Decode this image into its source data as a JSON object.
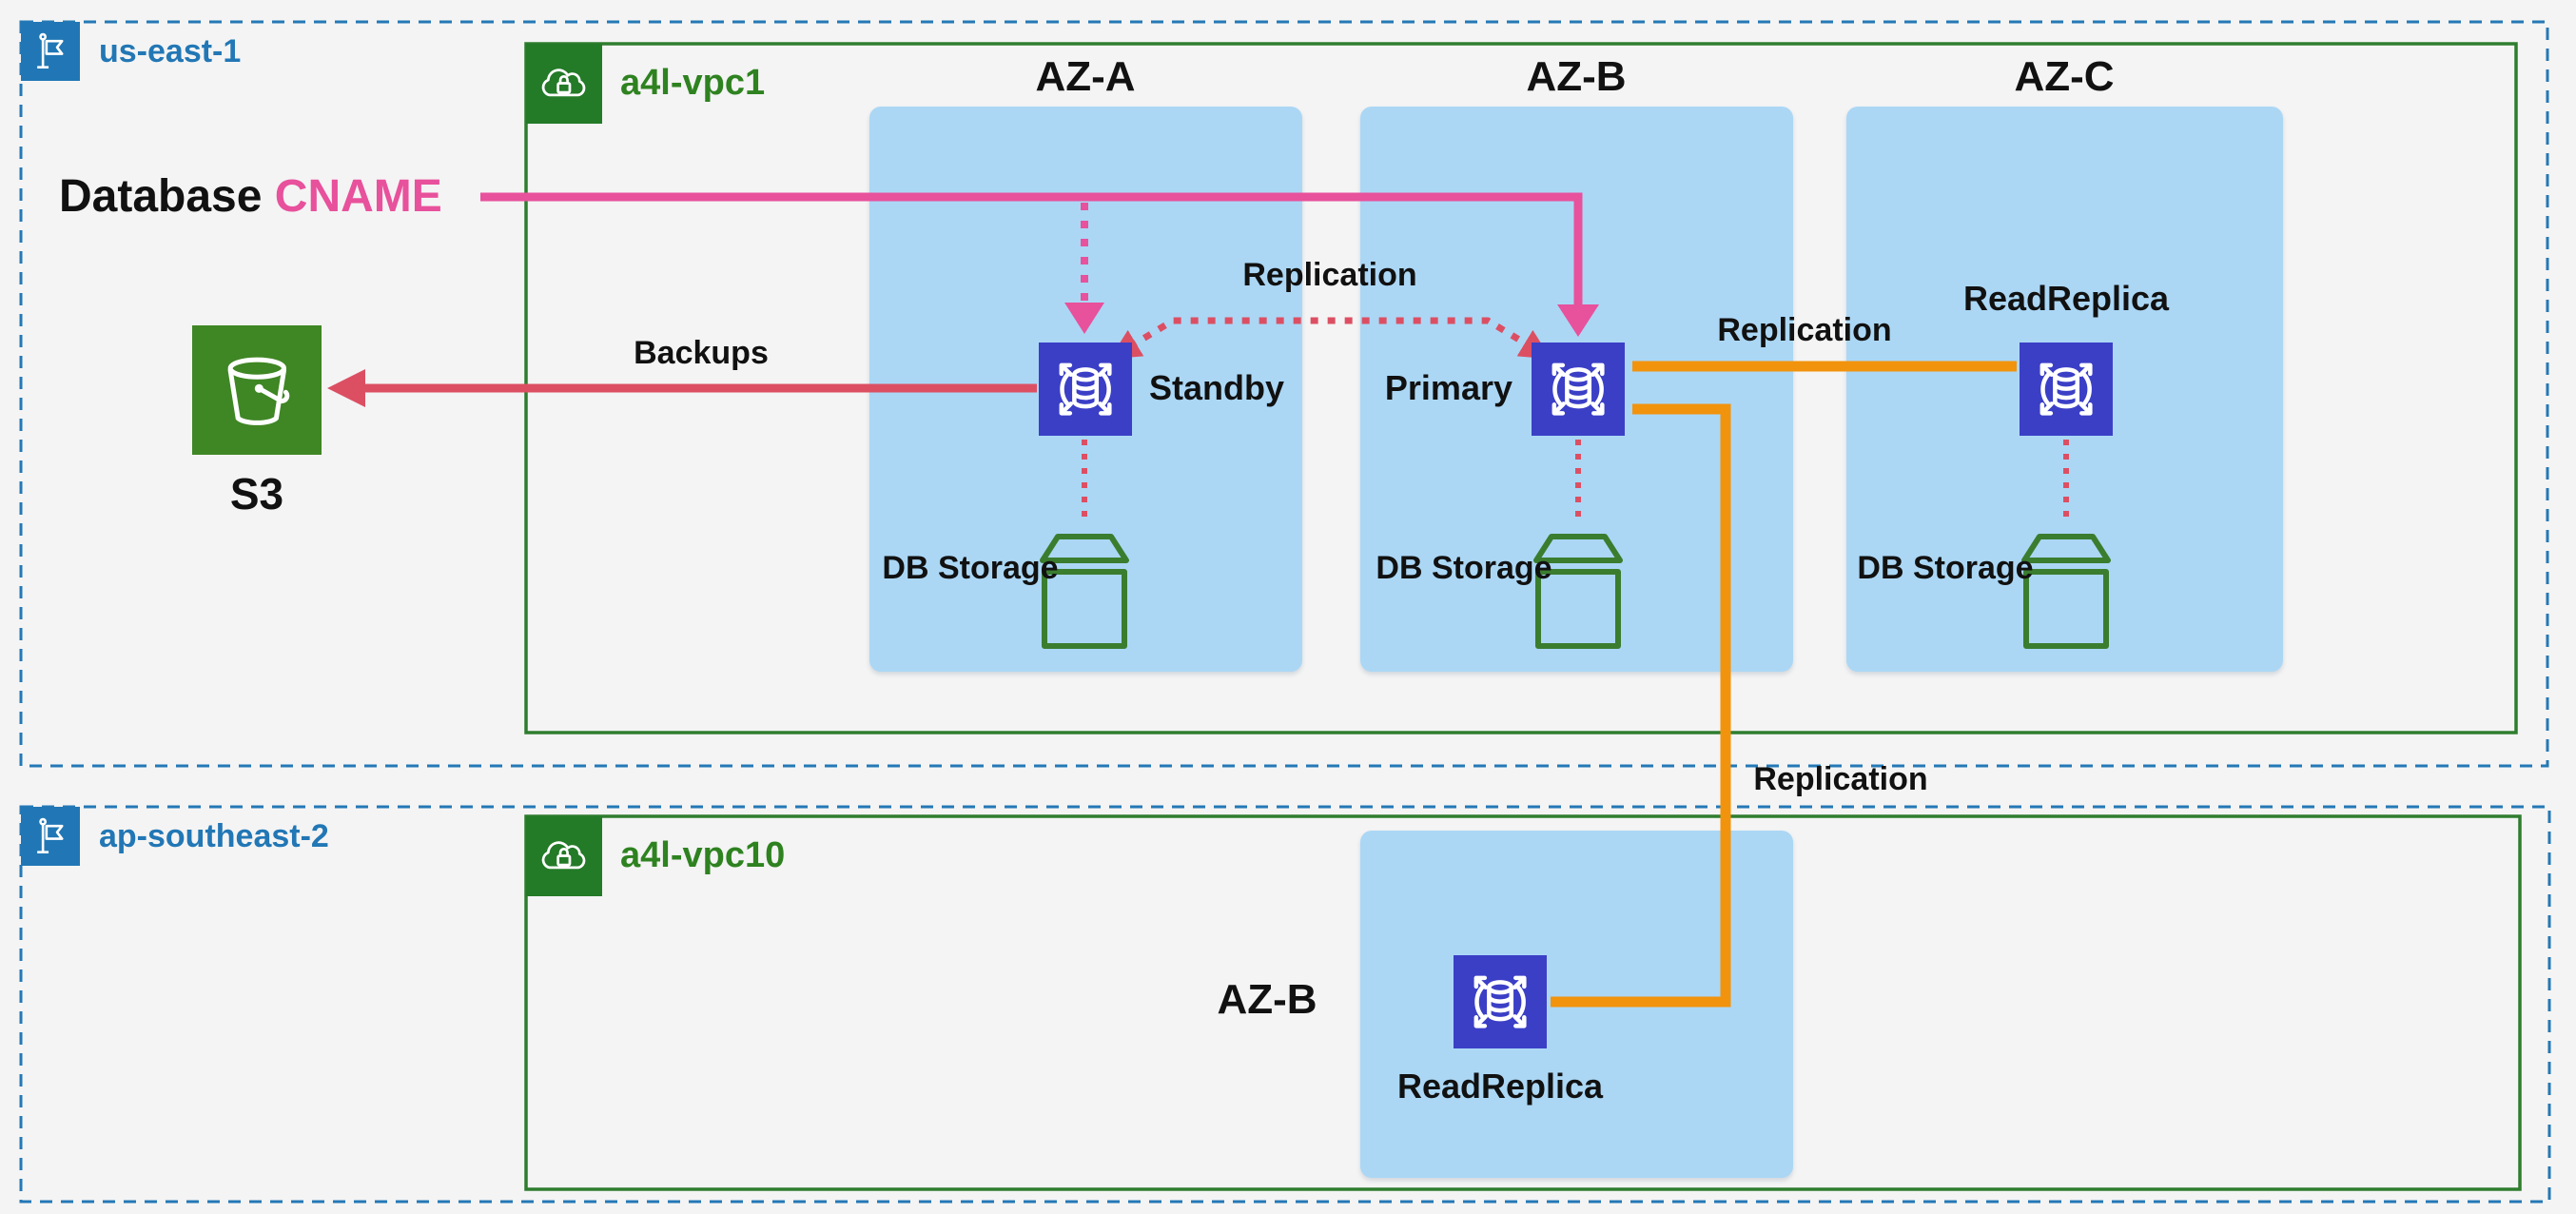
{
  "colors": {
    "background": "#f4f4f4",
    "region_border": "#2478b6",
    "region_label": "#2277b5",
    "region_icon_bg": "#2177b5",
    "vpc_border": "#2e7d2e",
    "vpc_label": "#2e8220",
    "vpc_icon_bg": "#237a27",
    "az_fill": "#abd7f5",
    "rds_icon_bg": "#3b3fc6",
    "storage_stroke": "#3a7d2f",
    "s3_icon_bg": "#3f8624",
    "pink": "#e8519c",
    "crimson": "#dc4f63",
    "orange": "#f2930d",
    "text": "#111111"
  },
  "regions": {
    "us_east_1": {
      "label": "us-east-1",
      "vpc_label": "a4l-vpc1",
      "az_a": "AZ-A",
      "az_b": "AZ-B",
      "az_c": "AZ-C"
    },
    "ap_southeast_2": {
      "label": "ap-southeast-2",
      "vpc_label": "a4l-vpc10",
      "az_b": "AZ-B"
    }
  },
  "nodes": {
    "standby": "Standby",
    "primary": "Primary",
    "read_replica_az_c": "ReadReplica",
    "read_replica_region2": "ReadReplica",
    "db_storage": "DB Storage",
    "s3": "S3"
  },
  "connections": {
    "database_cname_prefix": "Database",
    "database_cname_accent": "CNAME",
    "backups": "Backups",
    "replication_sync": "Replication",
    "replication_az_c": "Replication",
    "replication_cross_region": "Replication"
  }
}
